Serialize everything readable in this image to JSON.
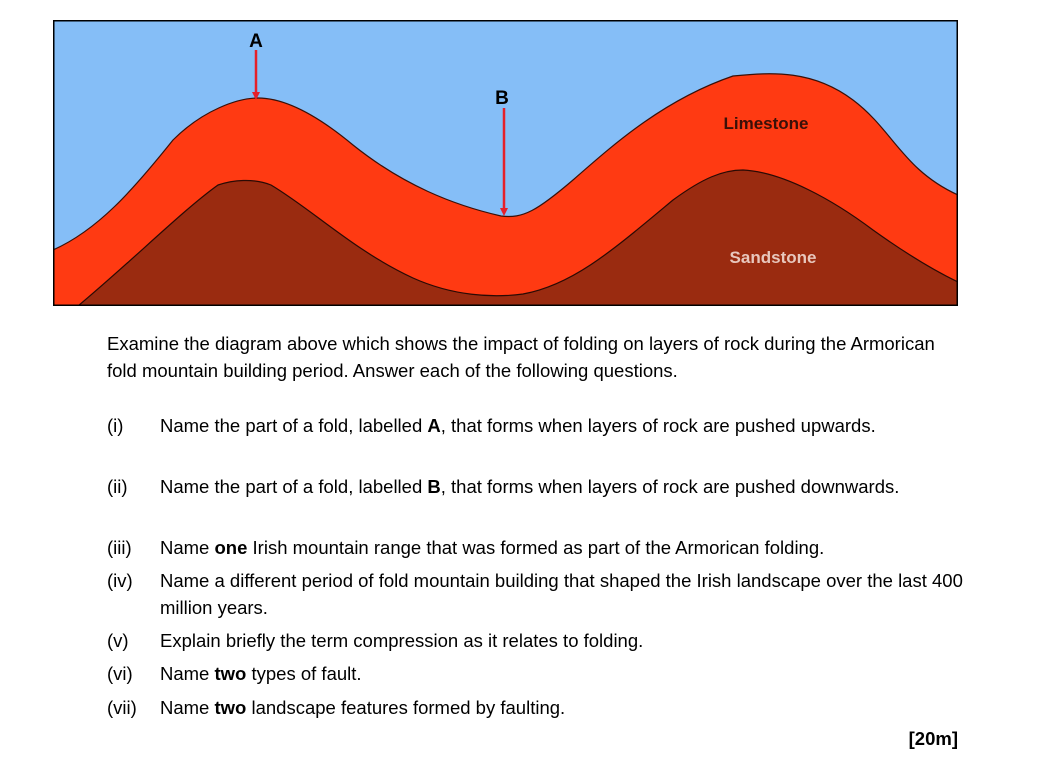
{
  "diagram": {
    "label_a": "A",
    "label_b": "B",
    "layer_top": "Limestone",
    "layer_bottom": "Sandstone",
    "colors": {
      "sky": "#85BEF7",
      "limestone": "#FF3A12",
      "sandstone": "#9A2B10",
      "arrow": "#E5202A"
    }
  },
  "intro": "Examine the diagram above which shows the impact of folding on layers of rock during the Armorican fold mountain building period.  Answer each of the following questions.",
  "questions": [
    {
      "num": "(i)",
      "pre": "Name the part of a fold, labelled ",
      "bold": "A",
      "post": ", that forms when layers of rock are pushed upwards."
    },
    {
      "num": "(ii)",
      "pre": "Name the part of a fold, labelled ",
      "bold": "B",
      "post": ", that forms when layers of rock are pushed downwards."
    },
    {
      "num": "(iii)",
      "pre": "Name ",
      "bold": "one",
      "post": " Irish mountain range that was formed as part of the Armorican folding."
    },
    {
      "num": "(iv)",
      "pre": "Name a different period of fold mountain building that shaped the Irish landscape over the last 400 million years.",
      "bold": "",
      "post": ""
    },
    {
      "num": "(v)",
      "pre": "Explain briefly the term compression as it relates to folding.",
      "bold": "",
      "post": ""
    },
    {
      "num": "(vi)",
      "pre": "Name ",
      "bold": "two",
      "post": " types of fault."
    },
    {
      "num": "(vii)",
      "pre": "Name ",
      "bold": "two",
      "post": " landscape features formed by faulting."
    }
  ],
  "marks": "[20m]"
}
